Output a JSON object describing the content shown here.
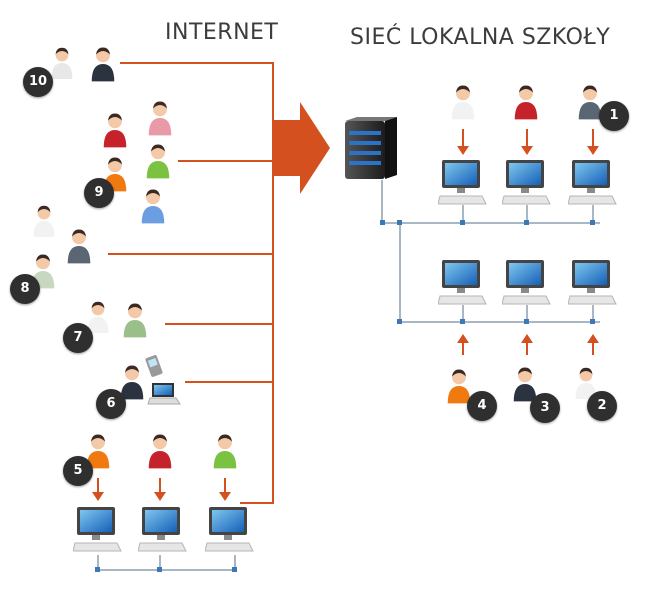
{
  "titles": {
    "internet": "INTERNET",
    "local_network": "SIEĆ LOKALNA SZKOŁY"
  },
  "badges": [
    "10",
    "9",
    "8",
    "7",
    "6",
    "5",
    "1",
    "2",
    "3",
    "4"
  ],
  "colors": {
    "internet_line": "#d4501f",
    "local_line": "#a9b6c4",
    "arrow": "#d4501f",
    "badge": "#2f2f2f"
  }
}
